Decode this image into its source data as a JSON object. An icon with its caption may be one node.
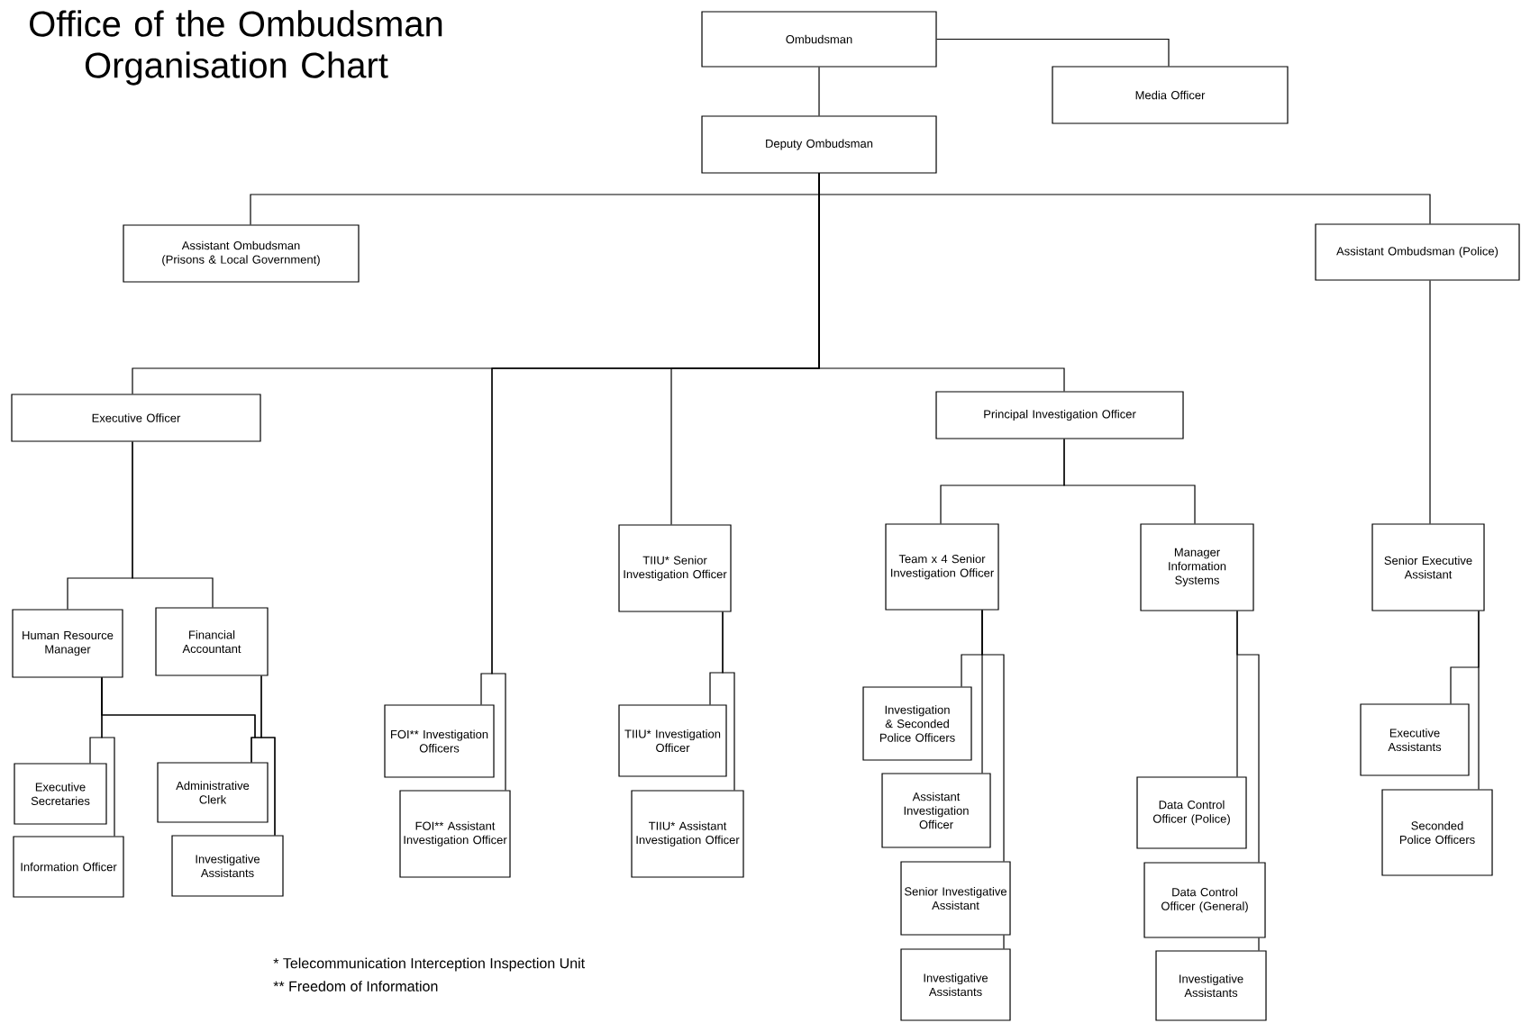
{
  "diagram": {
    "title": "Office of the Ombudsman Organisation Chart",
    "nodes": [
      {
        "text": [
          "Ombudsman"
        ]
      },
      {
        "text": [
          "Media Officer"
        ]
      },
      {
        "text": [
          "Deputy Ombudsman"
        ]
      },
      {
        "text": [
          "Assistant Ombudsman (Prisons & Local Government)"
        ]
      },
      {
        "text": [
          "Assistant Ombudsman (Police)"
        ]
      },
      {
        "text": [
          "Executive Officer"
        ]
      },
      {
        "text": [
          "Principal Investigation Officer"
        ]
      },
      {
        "text": [
          "TIIU* Senior Investigation Officer"
        ]
      },
      {
        "text": [
          "Team x 4 Senior Investigation Officer"
        ]
      },
      {
        "text": [
          "Manager Information Systems"
        ]
      },
      {
        "text": [
          "Senior Executive Assistant"
        ]
      },
      {
        "text": [
          "Human Resource Manager"
        ]
      },
      {
        "text": [
          "Financial Accountant"
        ]
      },
      {
        "text": [
          "FOI** Investigation Officers"
        ]
      },
      {
        "text": [
          "TIIU* Investigation Officer"
        ]
      },
      {
        "text": [
          "Investigation & Seconded Police Officers"
        ]
      },
      {
        "text": [
          "Executive Assistants"
        ]
      },
      {
        "text": [
          "Executive Secretaries"
        ]
      },
      {
        "text": [
          "Administrative Clerk"
        ]
      },
      {
        "text": [
          "Assistant Investigation Officer"
        ]
      },
      {
        "text": [
          "Data Control Officer (Police)"
        ]
      },
      {
        "text": [
          "FOI** Assistant Investigation Officer"
        ]
      },
      {
        "text": [
          "TIIU* Assistant Investigation Officer"
        ]
      },
      {
        "text": [
          "Seconded Police Officers"
        ]
      },
      {
        "text": [
          "Information Officer"
        ]
      },
      {
        "text": [
          "Investigative Assistants"
        ]
      },
      {
        "text": [
          "Senior Investigative Assistant"
        ]
      },
      {
        "text": [
          "Data Control Officer (General)"
        ]
      },
      {
        "text": [
          "Investigative Assistants"
        ]
      },
      {
        "text": [
          "Investigative Assistants"
        ]
      }
    ],
    "edges": [
      {
        "from": 0,
        "to": 1,
        "arrow": "none"
      },
      {
        "from": 0,
        "to": 2,
        "arrow": "none"
      },
      {
        "from": 2,
        "to": 3,
        "arrow": "none"
      },
      {
        "from": 2,
        "to": 4,
        "arrow": "none"
      },
      {
        "from": 2,
        "to": 5,
        "arrow": "none"
      },
      {
        "from": 2,
        "to": 13,
        "arrow": "none"
      },
      {
        "from": 2,
        "to": 21,
        "arrow": "none"
      },
      {
        "from": 2,
        "to": 7,
        "arrow": "none"
      },
      {
        "from": 2,
        "to": 6,
        "arrow": "none"
      },
      {
        "from": 5,
        "to": 11,
        "arrow": "none"
      },
      {
        "from": 5,
        "to": 12,
        "arrow": "none"
      },
      {
        "from": 11,
        "to": 17,
        "arrow": "none"
      },
      {
        "from": 11,
        "to": 24,
        "arrow": "none"
      },
      {
        "from": 11,
        "to": 18,
        "arrow": "none"
      },
      {
        "from": 11,
        "to": 25,
        "arrow": "none"
      },
      {
        "from": 12,
        "to": 18,
        "arrow": "none"
      },
      {
        "from": 12,
        "to": 25,
        "arrow": "none"
      },
      {
        "from": 7,
        "to": 14,
        "arrow": "none"
      },
      {
        "from": 7,
        "to": 22,
        "arrow": "none"
      },
      {
        "from": 6,
        "to": 8,
        "arrow": "none"
      },
      {
        "from": 6,
        "to": 9,
        "arrow": "none"
      },
      {
        "from": 8,
        "to": 15,
        "arrow": "none"
      },
      {
        "from": 8,
        "to": 19,
        "arrow": "none"
      },
      {
        "from": 8,
        "to": 26,
        "arrow": "none"
      },
      {
        "from": 26,
        "to": 28,
        "arrow": "none"
      },
      {
        "from": 9,
        "to": 20,
        "arrow": "none"
      },
      {
        "from": 9,
        "to": 27,
        "arrow": "none"
      },
      {
        "from": 27,
        "to": 29,
        "arrow": "none"
      },
      {
        "from": 4,
        "to": 10,
        "arrow": "none"
      },
      {
        "from": 10,
        "to": 16,
        "arrow": "none"
      },
      {
        "from": 10,
        "to": 23,
        "arrow": "none"
      }
    ],
    "labels": [
      "* Telecommunication Interception Inspection Unit",
      "** Freedom of Information"
    ]
  }
}
